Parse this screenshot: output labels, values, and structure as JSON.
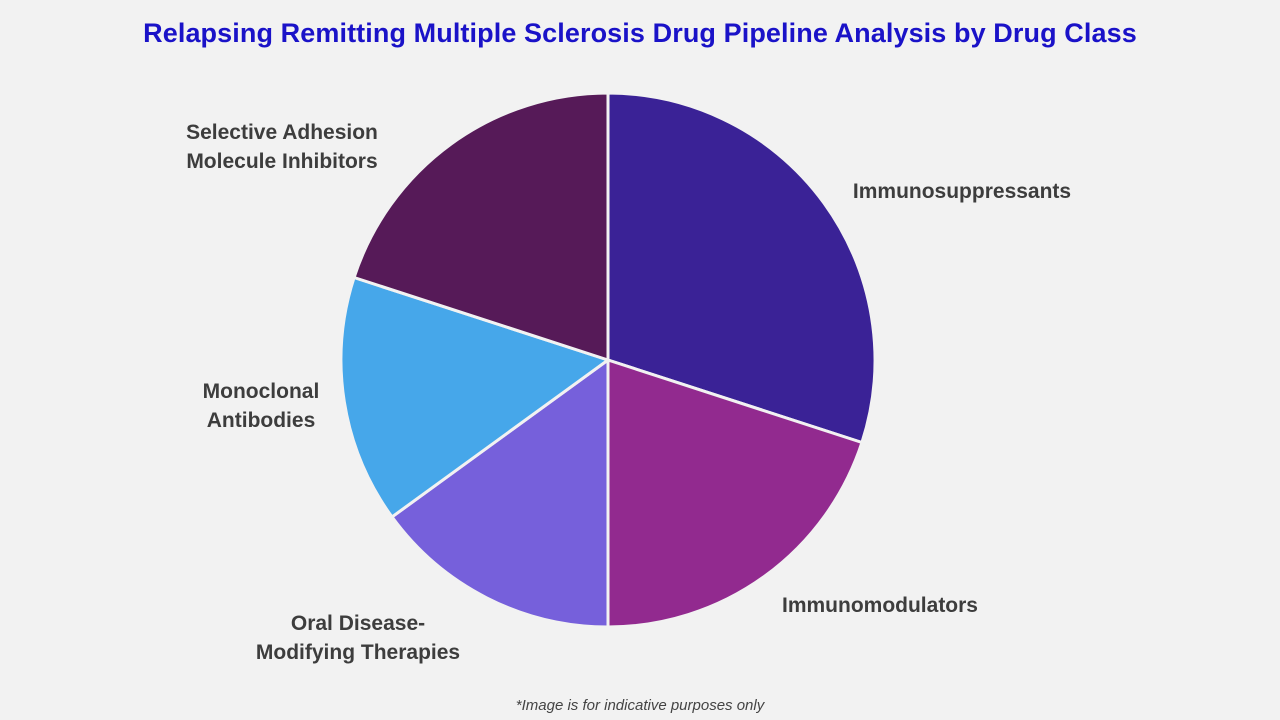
{
  "chart_data": {
    "type": "pie",
    "title": "Relapsing Remitting Multiple Sclerosis Drug Pipeline Analysis by Drug Class",
    "categories": [
      "Immunosuppressants",
      "Immunomodulators",
      "Oral Disease-Modifying Therapies",
      "Monoclonal Antibodies",
      "Selective Adhesion Molecule Inhibitors"
    ],
    "label_lines": [
      [
        "Immunosuppressants"
      ],
      [
        "Immunomodulators"
      ],
      [
        "Oral Disease-",
        "Modifying Therapies"
      ],
      [
        "Monoclonal",
        "Antibodies"
      ],
      [
        "Selective Adhesion",
        "Molecule Inhibitors"
      ]
    ],
    "values": [
      30,
      20,
      15,
      15,
      20
    ],
    "colors": [
      "#3a2296",
      "#922a8f",
      "#7660db",
      "#46a7ea",
      "#561a58"
    ],
    "start_angle_deg": 0,
    "direction": "clockwise"
  },
  "footnote": "*Image is for indicative purposes only"
}
